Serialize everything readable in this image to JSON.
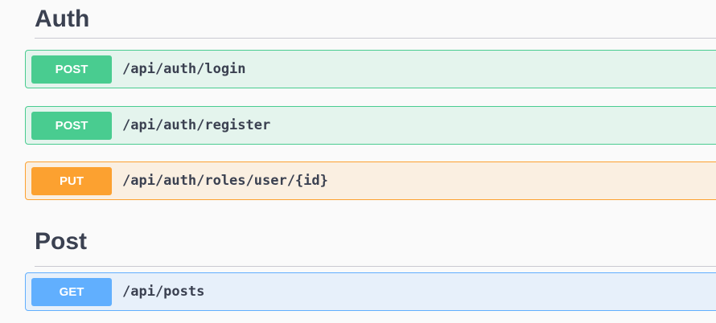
{
  "sections": [
    {
      "title": "Auth",
      "operations": [
        {
          "method": "POST",
          "path": "/api/auth/login",
          "color": "#49cc90"
        },
        {
          "method": "POST",
          "path": "/api/auth/register",
          "color": "#49cc90"
        },
        {
          "method": "PUT",
          "path": "/api/auth/roles/user/{id}",
          "color": "#fca130"
        }
      ]
    },
    {
      "title": "Post",
      "operations": [
        {
          "method": "GET",
          "path": "/api/posts",
          "color": "#61affe"
        }
      ]
    }
  ]
}
